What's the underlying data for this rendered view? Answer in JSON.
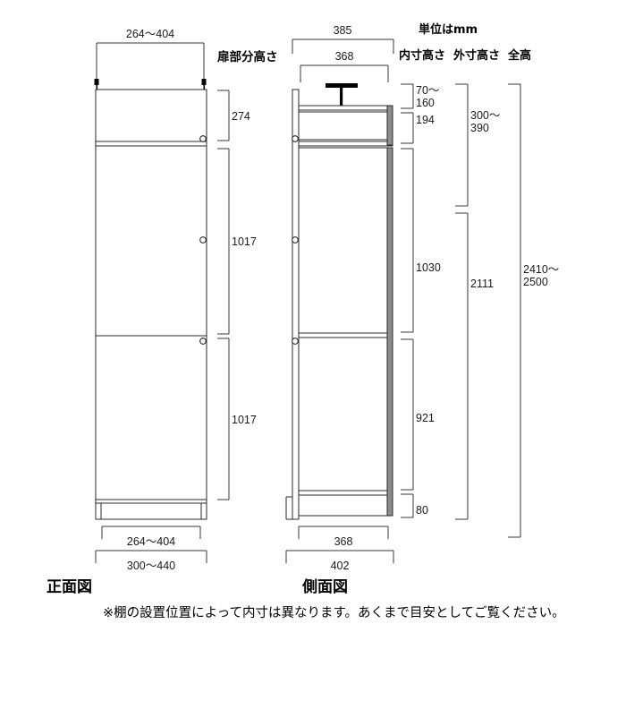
{
  "meta": {
    "unit_note": "単位はmm",
    "door_height_label": "扉部分高さ",
    "inner_height_label": "内寸高さ",
    "outer_height_label": "外寸高さ",
    "total_height_label": "全高",
    "front_view_title": "正面図",
    "side_view_title": "側面図",
    "footnote": "※棚の設置位置によって内寸は異なります。あくまで目安としてご覧ください。"
  },
  "front_view": {
    "top_width": "264〜404",
    "bottom_inner_width": "264〜404",
    "bottom_outer_width": "300〜440",
    "door_segments": [
      {
        "value": "274"
      },
      {
        "value": "1017"
      },
      {
        "value": "1017"
      }
    ]
  },
  "side_view": {
    "top_outer_depth": "385",
    "top_inner_depth": "368",
    "bottom_inner_depth": "368",
    "bottom_outer_depth": "402",
    "inner_heights": [
      {
        "value": "70〜\n160"
      },
      {
        "value": "194"
      },
      {
        "value": "1030"
      },
      {
        "value": "921"
      },
      {
        "value": "80"
      }
    ],
    "inner_height_1": "70〜",
    "inner_height_1b": "160",
    "inner_height_2": "194",
    "inner_height_3": "1030",
    "inner_height_4": "921",
    "inner_height_5": "80",
    "outer_height_top": "300〜",
    "outer_height_top_b": "390",
    "outer_height_main": "2111",
    "total_height": "2410〜",
    "total_height_b": "2500"
  },
  "colors": {
    "line": "#2b2b2b",
    "gray_panel": "#8d8d8d",
    "text": "#000000",
    "background": "#ffffff"
  }
}
